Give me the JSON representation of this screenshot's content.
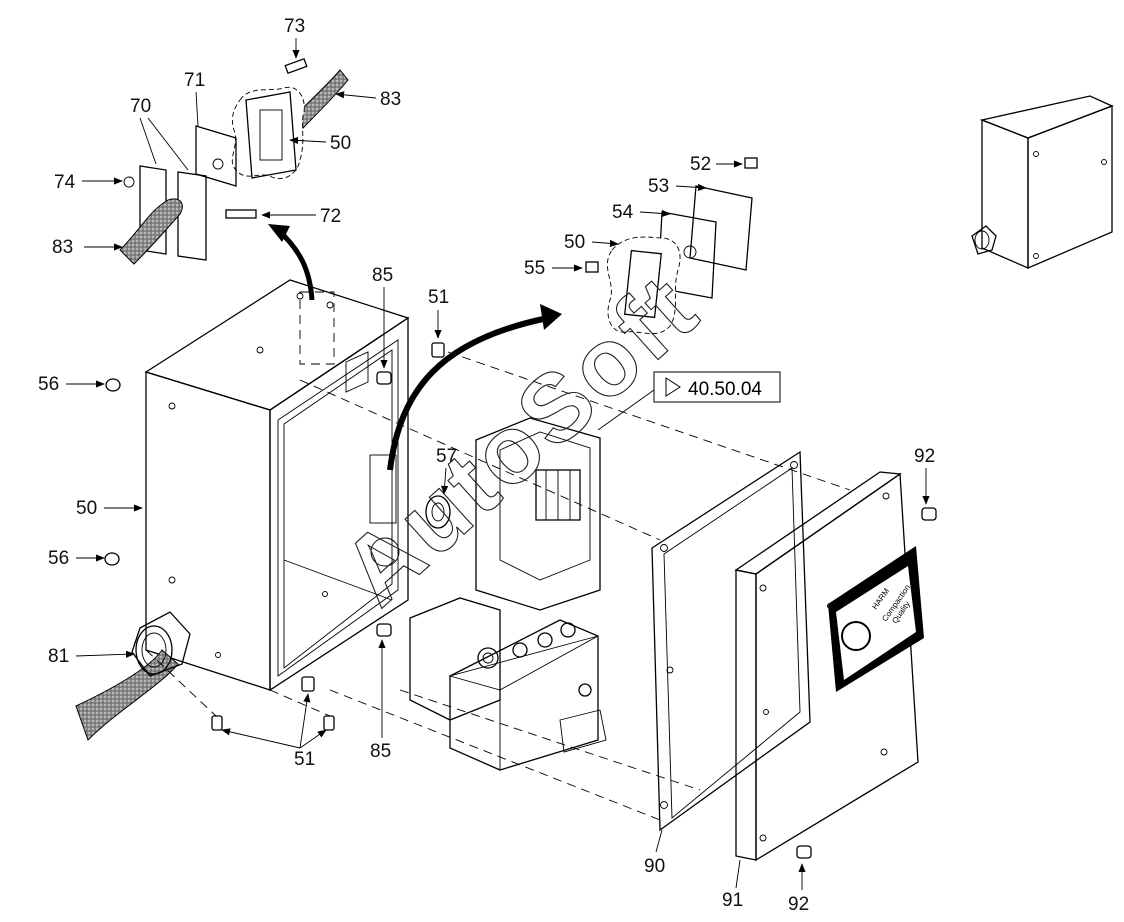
{
  "callouts": {
    "c73": "73",
    "c71": "71",
    "c70": "70",
    "c83a": "83",
    "c50a": "50",
    "c74": "74",
    "c72": "72",
    "c83b": "83",
    "c85a": "85",
    "c51a": "51",
    "c56a": "56",
    "c50b": "50",
    "c56b": "56",
    "c81": "81",
    "c51b": "51",
    "c85b": "85",
    "c52": "52",
    "c53": "53",
    "c54": "54",
    "c50c": "50",
    "c55": "55",
    "c57": "57",
    "c92a": "92",
    "c90": "90",
    "c91": "91",
    "c92b": "92"
  },
  "reference": "40.50.04",
  "watermark": "AutoSoft",
  "label_plate": {
    "line1": "HARM",
    "line2": "Compaction",
    "line3": "Quality"
  }
}
